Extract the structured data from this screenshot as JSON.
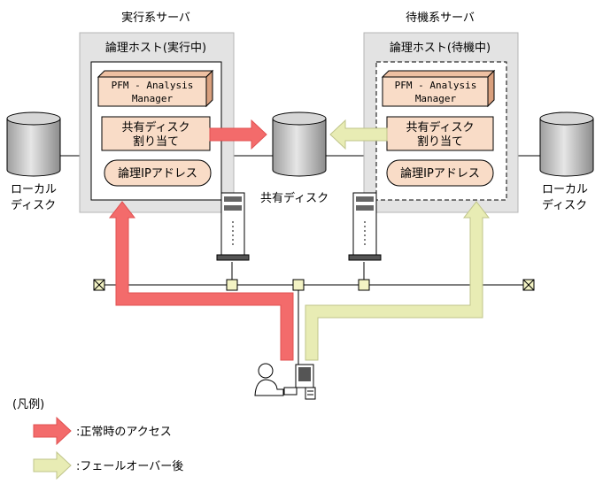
{
  "servers": {
    "active": {
      "title": "実行系サーバ",
      "host_label": "論理ホスト(実行中)",
      "pfm_line1": "PFM - Analysis",
      "pfm_line2": "Manager",
      "disk_line1": "共有ディスク",
      "disk_line2": "割り当て",
      "ip_label": "論理IPアドレス"
    },
    "standby": {
      "title": "待機系サーバ",
      "host_label": "論理ホスト(待機中)",
      "pfm_line1": "PFM - Analysis",
      "pfm_line2": "Manager",
      "disk_line1": "共有ディスク",
      "disk_line2": "割り当て",
      "ip_label": "論理IPアドレス"
    }
  },
  "disks": {
    "local_left_line1": "ローカル",
    "local_left_line2": "ディスク",
    "shared": "共有ディスク",
    "local_right_line1": "ローカル",
    "local_right_line2": "ディスク"
  },
  "legend": {
    "title": "(凡例)",
    "normal_access": ":正常時のアクセス",
    "after_failover": ":フェールオーバー後"
  },
  "colors": {
    "normal_arrow": "#f36b6b",
    "failover_arrow": "#e8ecb4",
    "box_fill": "#f9dcc7",
    "server_fill": "#e3e3e3"
  }
}
